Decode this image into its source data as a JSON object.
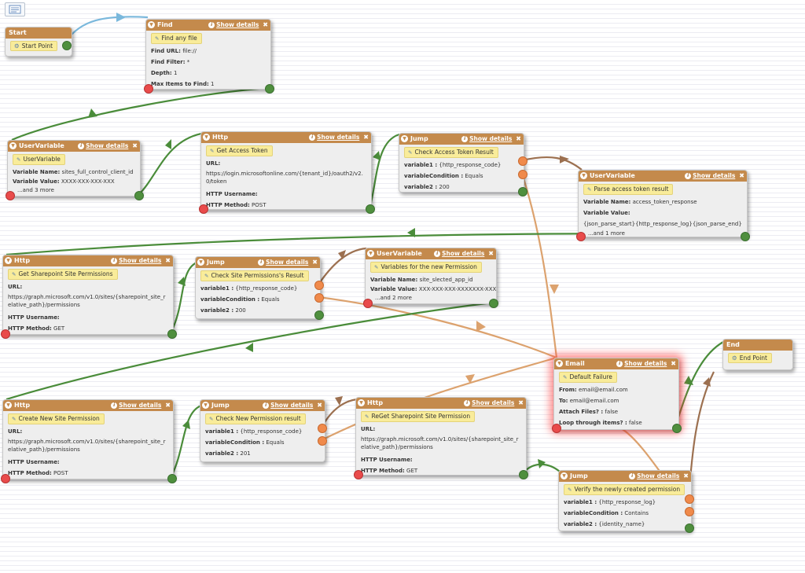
{
  "ui": {
    "show_details": "Show details"
  },
  "colors": {
    "header": "#c48a4c",
    "chip": "#f9ec9a",
    "wire_green": "#4a8c3a",
    "wire_orange": "#dca26e",
    "wire_brown": "#9c7050",
    "wire_blue": "#7ab8dc"
  },
  "nodes": {
    "start": {
      "header": "Start",
      "chip": "Start Point"
    },
    "find": {
      "header": "Find",
      "chip": "Find any file",
      "fields": [
        [
          "Find URL:",
          "file://"
        ],
        [
          "Find Filter:",
          "*"
        ],
        [
          "Depth:",
          "1"
        ],
        [
          "Max Items to Find:",
          "1"
        ]
      ]
    },
    "uv1": {
      "header": "UserVariable",
      "chip": "UserVariable",
      "fields": [
        [
          "Variable Name:",
          "sites_full_control_client_id"
        ],
        [
          "Variable Value:",
          "XXXX-XXX-XXX-XXX"
        ]
      ],
      "more": "...and 3 more"
    },
    "http1": {
      "header": "Http",
      "chip": "Get Access Token",
      "url_label": "URL:",
      "url": "https://login.microsoftonline.com/{tenant_id}/oauth2/v2.0/token",
      "fields": [
        [
          "HTTP Username:",
          ""
        ],
        [
          "HTTP Method:",
          "POST"
        ]
      ]
    },
    "jump1": {
      "header": "Jump",
      "chip": "Check Access Token Result",
      "fields": [
        [
          "variable1 :",
          "{http_response_code}"
        ],
        [
          "variableCondition :",
          "Equals"
        ],
        [
          "variable2 :",
          "200"
        ]
      ]
    },
    "uv2": {
      "header": "UserVariable",
      "chip": "Parse access token result",
      "fields": [
        [
          "Variable Name:",
          "access_token_response"
        ],
        [
          "Variable Value:",
          ""
        ]
      ],
      "value_line": "{json_parse_start}{http_response_log}{json_parse_end}",
      "more": "...and 1 more"
    },
    "http2": {
      "header": "Http",
      "chip": "Get Sharepoint Site Permissions",
      "url_label": "URL:",
      "url": "https://graph.microsoft.com/v1.0/sites/{sharepoint_site_relative_path}/permissions",
      "fields": [
        [
          "HTTP Username:",
          ""
        ],
        [
          "HTTP Method:",
          "GET"
        ]
      ]
    },
    "jump2": {
      "header": "Jump",
      "chip": "Check Site Permissions's Result",
      "fields": [
        [
          "variable1 :",
          "{http_response_code}"
        ],
        [
          "variableCondition :",
          "Equals"
        ],
        [
          "variable2 :",
          "200"
        ]
      ]
    },
    "uv3": {
      "header": "UserVariable",
      "chip": "Variables for the new Permission",
      "fields": [
        [
          "Variable Name:",
          "site_slected_app_id"
        ],
        [
          "Variable Value:",
          "XXX-XXX-XXX-XXXXXXX-XXX"
        ]
      ],
      "more": "...and 2 more"
    },
    "email": {
      "header": "Email",
      "chip": "Default Failure",
      "fields": [
        [
          "From:",
          "email@email.com"
        ],
        [
          "To:",
          "email@email.com"
        ],
        [
          "Attach Files? :",
          "false"
        ],
        [
          "Loop through items? :",
          "false"
        ]
      ]
    },
    "end": {
      "header": "End",
      "chip": "End Point"
    },
    "http3": {
      "header": "Http",
      "chip": "Create New Site Permission",
      "url_label": "URL:",
      "url": "https://graph.microsoft.com/v1.0/sites/{sharepoint_site_relative_path}/permissions",
      "fields": [
        [
          "HTTP Username:",
          ""
        ],
        [
          "HTTP Method:",
          "POST"
        ]
      ]
    },
    "jump3": {
      "header": "Jump",
      "chip": "Check New Permission result",
      "fields": [
        [
          "variable1 :",
          "{http_response_code}"
        ],
        [
          "variableCondition :",
          "Equals"
        ],
        [
          "variable2 :",
          "201"
        ]
      ]
    },
    "http4": {
      "header": "Http",
      "chip": "ReGet Sharepoint Site Permission",
      "url_label": "URL:",
      "url": "https://graph.microsoft.com/v1.0/sites/{sharepoint_site_relative_path}/permissions",
      "fields": [
        [
          "HTTP Username:",
          ""
        ],
        [
          "HTTP Method:",
          "GET"
        ]
      ]
    },
    "jump4": {
      "header": "Jump",
      "chip": "Verify the newly created permission",
      "fields": [
        [
          "variable1 :",
          "{http_response_log}"
        ],
        [
          "variableCondition :",
          "Contains"
        ],
        [
          "variable2 :",
          "{identity_name}"
        ]
      ]
    }
  }
}
